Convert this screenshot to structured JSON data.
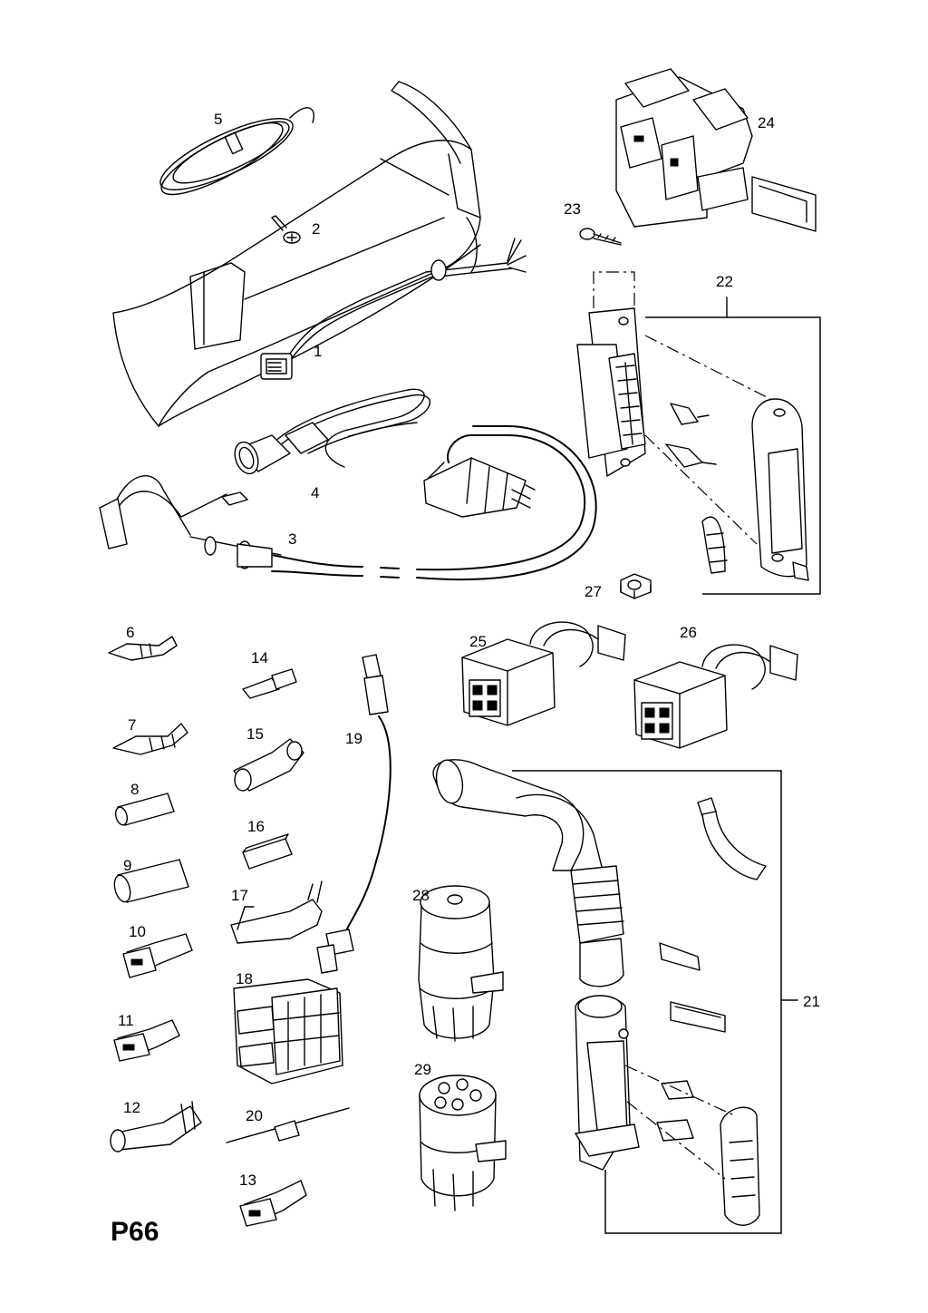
{
  "page": {
    "id": "P66"
  },
  "callouts": [
    "1",
    "2",
    "3",
    "4",
    "5",
    "6",
    "7",
    "8",
    "9",
    "10",
    "11",
    "12",
    "13",
    "14",
    "15",
    "16",
    "17",
    "18",
    "19",
    "20",
    "21",
    "22",
    "23",
    "24",
    "25",
    "26",
    "27",
    "28",
    "29"
  ],
  "colors": {
    "line": "#000000",
    "background": "#ffffff"
  }
}
